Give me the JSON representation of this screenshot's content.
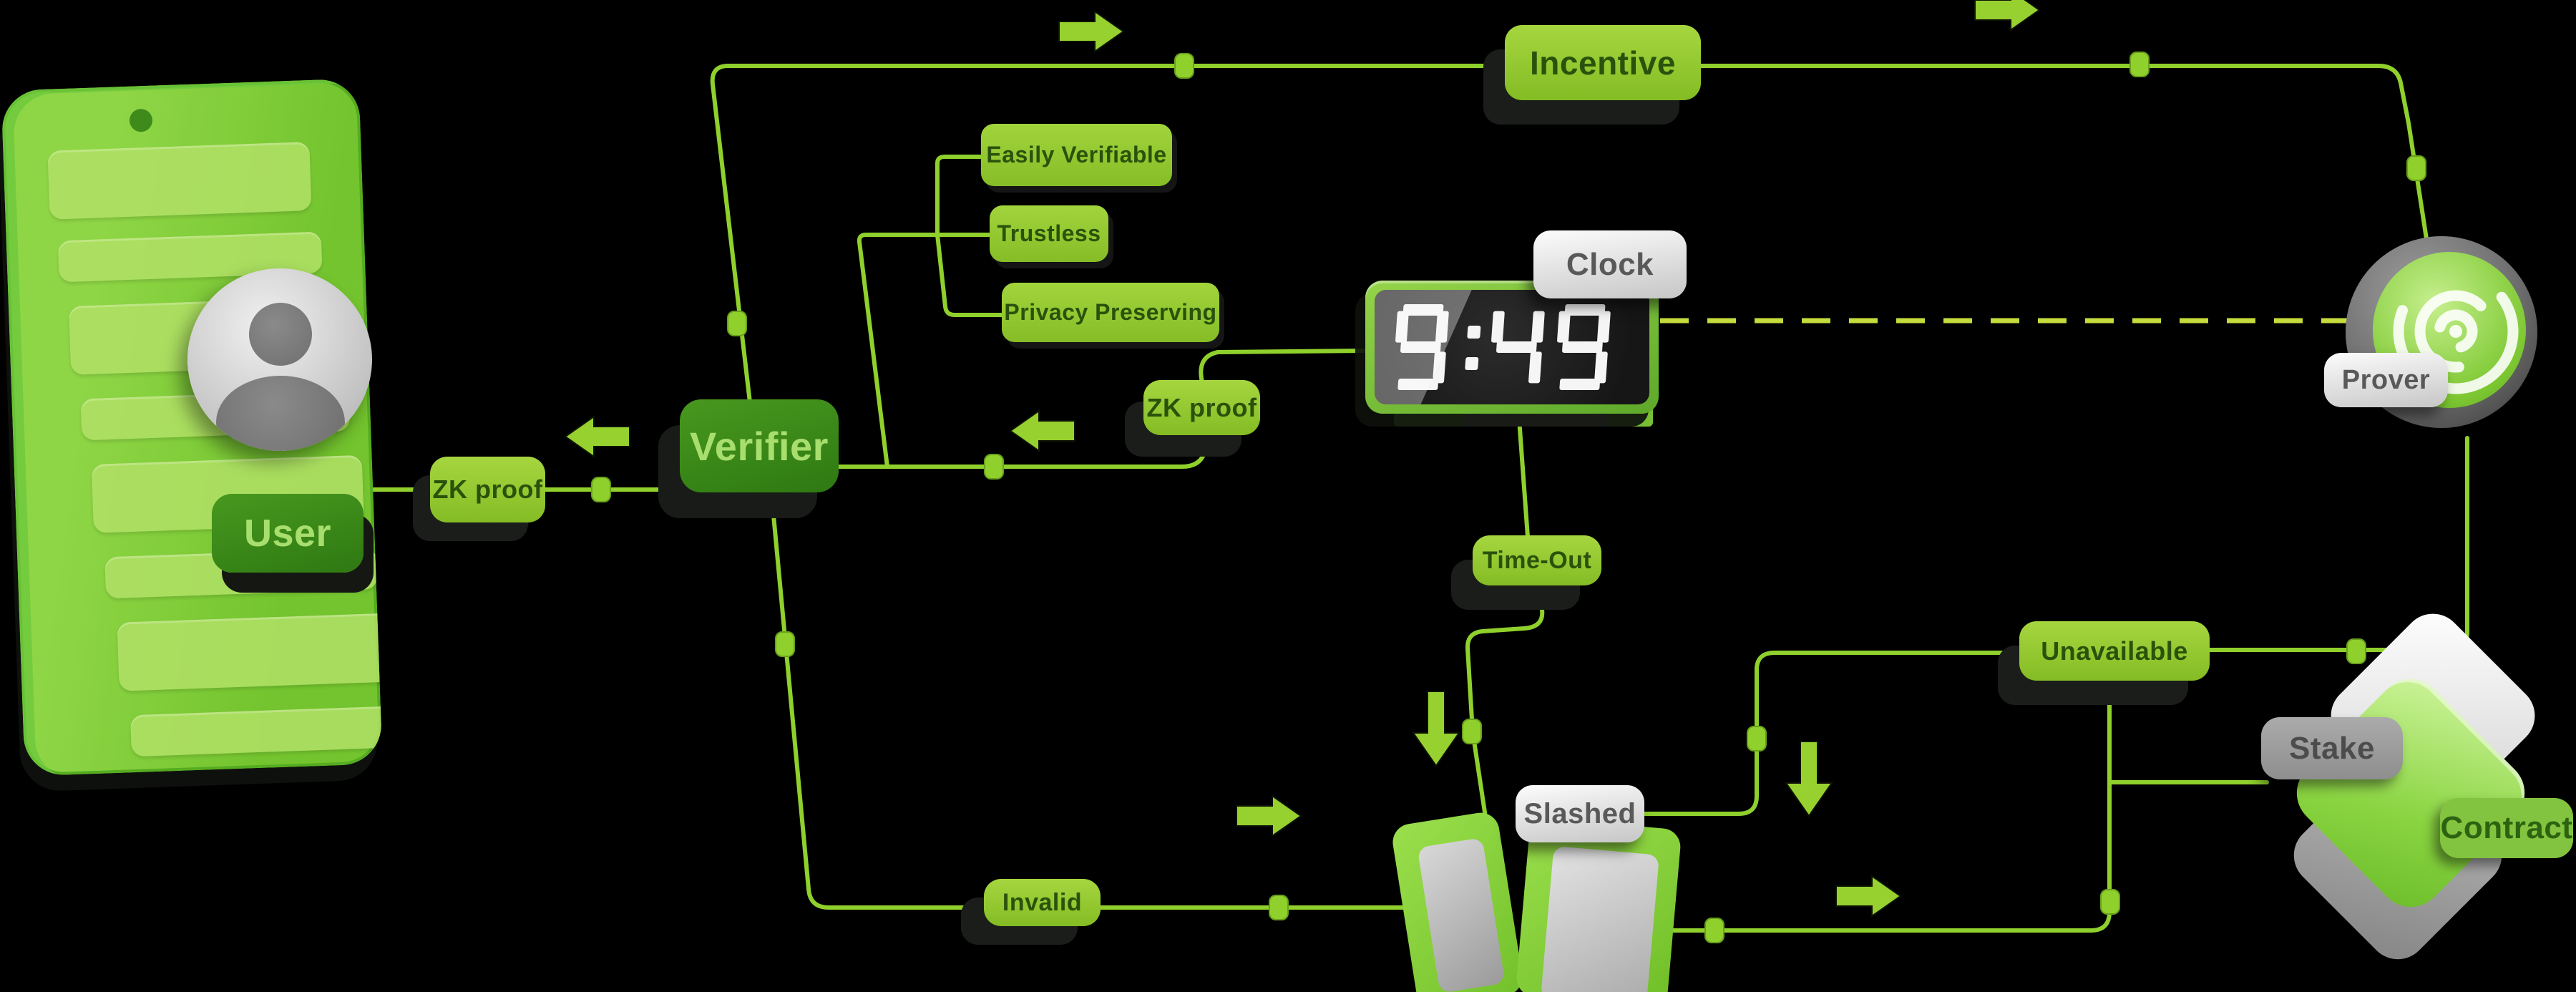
{
  "background": "#000000",
  "colors": {
    "line_green": "#8FD02C",
    "dashed_line_yellow": "#C6DB3C",
    "badge_green_light": "#9BCF35",
    "badge_green_dark": "#3A8A1E",
    "badge_text_dark_green": "#2B520C",
    "label_gray_text": "#595959"
  },
  "user": {
    "label": "User"
  },
  "verifier": {
    "label": "Verifier"
  },
  "prover": {
    "label": "Prover"
  },
  "clock": {
    "label": "Clock",
    "time": "9:49"
  },
  "labels": {
    "zk_proof_user": "ZK proof",
    "zk_proof_clock": "ZK proof",
    "incentive": "Incentive",
    "time_out": "Time-Out",
    "invalid": "Invalid",
    "unavailable": "Unavailable",
    "slashed": "Slashed",
    "stake": "Stake",
    "contract": "Contract"
  },
  "properties": [
    "Easily Verifiable",
    "Trustless",
    "Privacy Preserving"
  ],
  "icons": {
    "user_avatar": "person-icon",
    "clock": "digital-clock-icon",
    "prover": "spiral-disc-icon",
    "slashed": "broken-badge-lightning-icon",
    "contract": "stacked-diamond-icon"
  }
}
